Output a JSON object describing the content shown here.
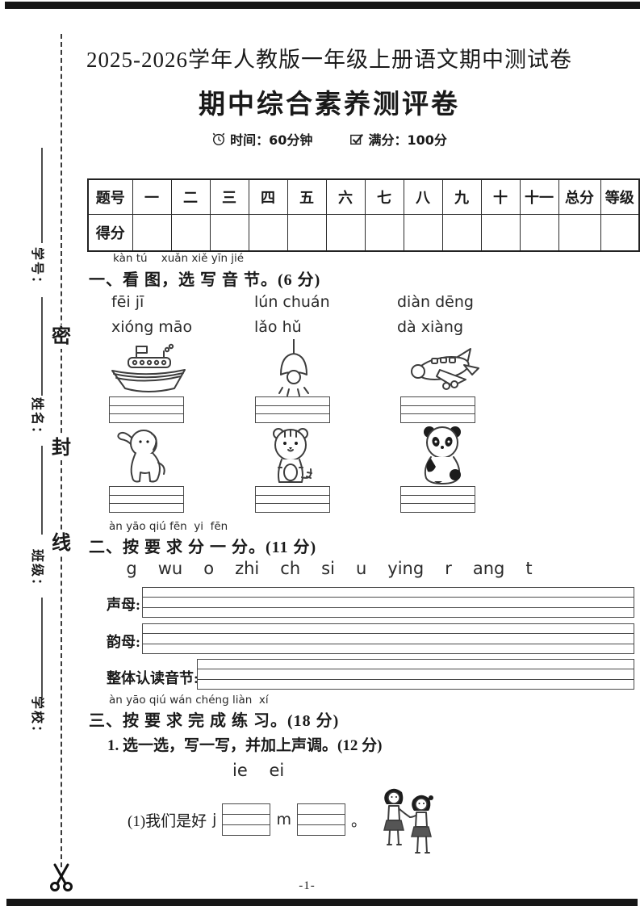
{
  "colors": {
    "ink": "#1a1a1a",
    "paper": "#ffffff"
  },
  "header": {
    "course_title": "2025-2026学年人教版一年级上册语文期中测试卷",
    "exam_title": "期中综合素养测评卷",
    "time_label": "时间：60分钟",
    "full_score_label": "满分：100分",
    "time_icon": "alarm-clock-icon",
    "full_score_icon": "check-square-icon"
  },
  "sidebar": {
    "seal_char_1": "密",
    "seal_char_2": "封",
    "seal_char_3": "线",
    "field_1": "学号：",
    "field_2": "姓名：",
    "field_3": "班级：",
    "field_4": "学校：",
    "cut_icon": "scissors-icon"
  },
  "score_table": {
    "header": [
      "题号",
      "一",
      "二",
      "三",
      "四",
      "五",
      "六",
      "七",
      "八",
      "九",
      "十",
      "十一",
      "总分",
      "等级"
    ],
    "score_row_label": "得分"
  },
  "section1": {
    "pinyin": "kàn tú    xuǎn xiě yīn jié",
    "heading": "一、看 图，选 写 音 节。(6 分)",
    "options_row1": [
      "fēi jī",
      "lún chuán",
      "diàn dēng"
    ],
    "options_row2": [
      "xióng māo",
      "lǎo hǔ",
      "dà xiàng"
    ],
    "pictures_row1": [
      "ship",
      "pendant-lamp",
      "airplane"
    ],
    "pictures_row2": [
      "elephant",
      "tiger",
      "panda"
    ]
  },
  "section2": {
    "pinyin": "àn yāo qiú fēn  yi  fēn",
    "heading": "二、按 要 求 分 一 分。(11 分)",
    "letters": "g   wu   o   zhi   ch   si   u   ying   r   ang   t",
    "category_1": "声母:",
    "category_2": "韵母:",
    "category_3": "整体认读音节:"
  },
  "section3": {
    "pinyin": "àn yāo qiú wán chéng liàn  xí",
    "heading": "三、按 要 求 完 成 练 习。(18 分)",
    "subquestion": "1. 选一选，写一写，并加上声调。(12 分)",
    "choices": "ie    ei",
    "q1_prefix": "(1)我们是好",
    "q1_letter1": "j",
    "q1_letter2": "m",
    "q1_period": "。"
  },
  "footer": {
    "page_number": "-1-"
  }
}
